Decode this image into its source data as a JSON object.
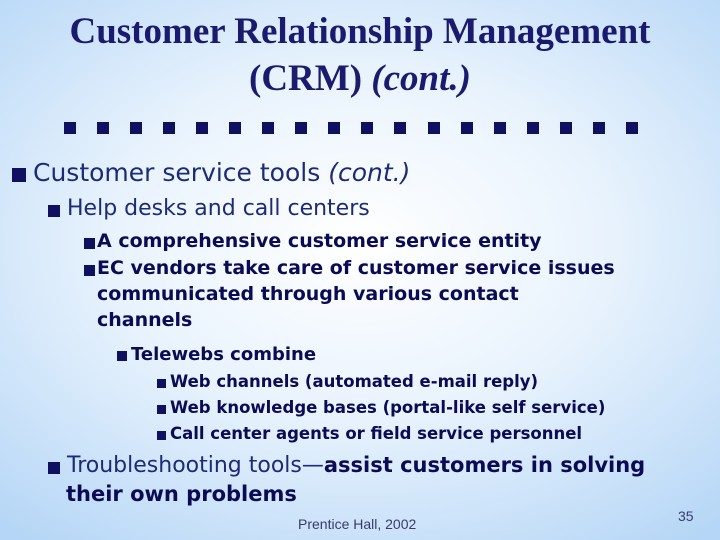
{
  "title": {
    "line1": "Customer Relationship Management",
    "line2_plain": "(CRM)",
    "line2_italic": "(cont.)"
  },
  "bullets": {
    "l1": {
      "text": "Customer service tools",
      "italic": "(cont.)"
    },
    "l2": {
      "text": "Help desks and call centers"
    },
    "l3a": {
      "text": "A comprehensive customer service entity"
    },
    "l3b": {
      "line1": "EC vendors take care of customer service issues",
      "line2": "communicated through various contact",
      "line3": "channels"
    },
    "l4": {
      "text": "Telewebs combine"
    },
    "l5": [
      "Web channels (automated e-mail reply)",
      "Web knowledge bases (portal-like self service)",
      "Call center agents or field service personnel"
    ],
    "l2b": {
      "plain": "Troubleshooting tools—",
      "bold1": "assist customers in solving",
      "bold2": "their own problems"
    }
  },
  "footer": "Prentice Hall, 2002",
  "page_number": "35"
}
